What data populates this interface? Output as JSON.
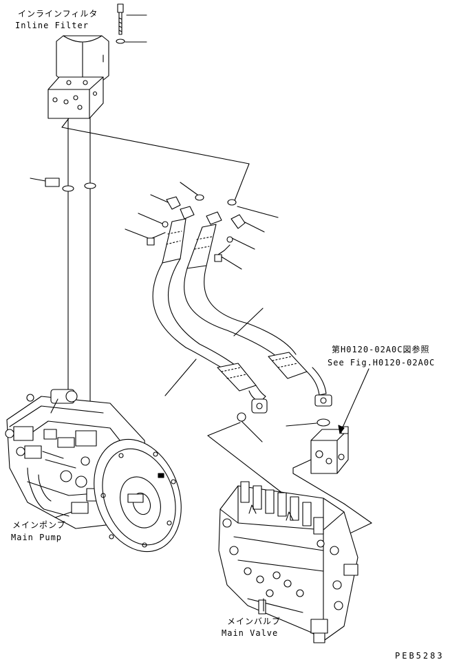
{
  "labels": {
    "inline_filter_jp": "インラインフィルタ",
    "inline_filter_en": "Inline Filter",
    "see_fig_jp": "第H0120-02A0C図参照",
    "see_fig_en": "See Fig.H0120-02A0C",
    "main_pump_jp": "メインポンプ",
    "main_pump_en": "Main Pump",
    "main_valve_jp": "メインバルブ",
    "main_valve_en": "Main Valve",
    "drawing_number": "PEB5283"
  }
}
